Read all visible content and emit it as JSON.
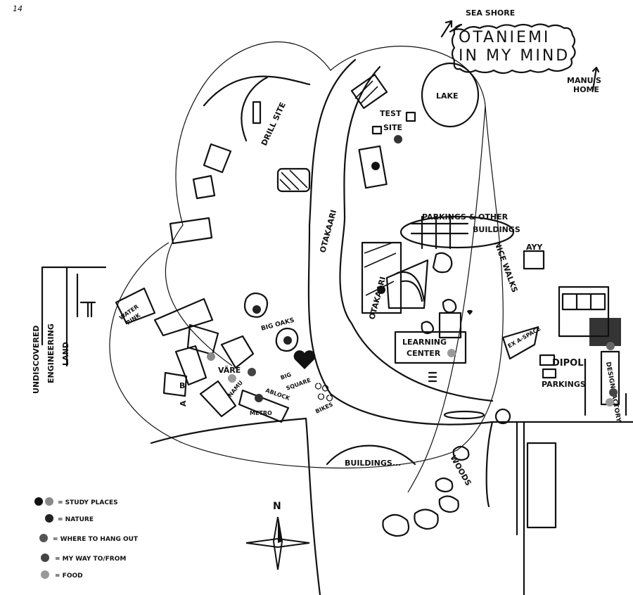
{
  "page_number": "14",
  "title": {
    "line1": "OTANIEMI",
    "line2": "IN MY MIND"
  },
  "labels": {
    "sea_shore": "SEA SHORE",
    "manus_home_1": "MANU'S",
    "manus_home_2": "HOME",
    "lake": "LAKE",
    "test_site_1": "TEST",
    "test_site_2": "SITE",
    "drill_site": "DRILL SITE",
    "otakaari_main": "OTAKAARI",
    "otakaari_small": "OTAKAARI",
    "parkings_other_1": "PARKINGS & OTHER",
    "parkings_other_2": "BUILDINGS",
    "nice_walks": "NICE WALKS",
    "ayy": "AYY",
    "learning_center_1": "LEARNING",
    "learning_center_2": "CENTER",
    "ex_a_space": "EX A-SPACE",
    "dipoli": "DIPOLI",
    "parkings": "PARKINGS",
    "design_factory": "DESIGN FACTORY",
    "undiscovered_1": "UNDISCOVERED",
    "undiscovered_2": "ENGINEERING",
    "undiscovered_3": "LAND",
    "water_rink_1": "WATER",
    "water_rink_2": "RINK",
    "big_oaks": "BIG OAKS",
    "vare": "VÄRE",
    "big_square_1": "BIG",
    "big_square_2": "SQUARE",
    "bikes": "BIKES",
    "a_block": "ABLOCK",
    "metro": "METRO",
    "namu": "NAMU",
    "a": "A",
    "b": "B",
    "buildings": "BUILDINGS...",
    "woods": "WOODS",
    "north": "N"
  },
  "legend": [
    {
      "label": "= STUDY PLACES",
      "colors": [
        "#111111",
        "#8a8a8a"
      ]
    },
    {
      "label": "= NATURE",
      "colors": [
        "#222222"
      ]
    },
    {
      "label": "= WHERE TO HANG OUT",
      "colors": [
        "#555555"
      ]
    },
    {
      "label": "= MY WAY TO/FROM",
      "colors": [
        "#444444"
      ]
    },
    {
      "label": "= FOOD",
      "colors": [
        "#999999"
      ]
    }
  ],
  "colors": {
    "study_dark": "#111111",
    "study_light": "#8a8a8a",
    "nature": "#222222",
    "hangout": "#555555",
    "way": "#444444",
    "food": "#999999"
  }
}
